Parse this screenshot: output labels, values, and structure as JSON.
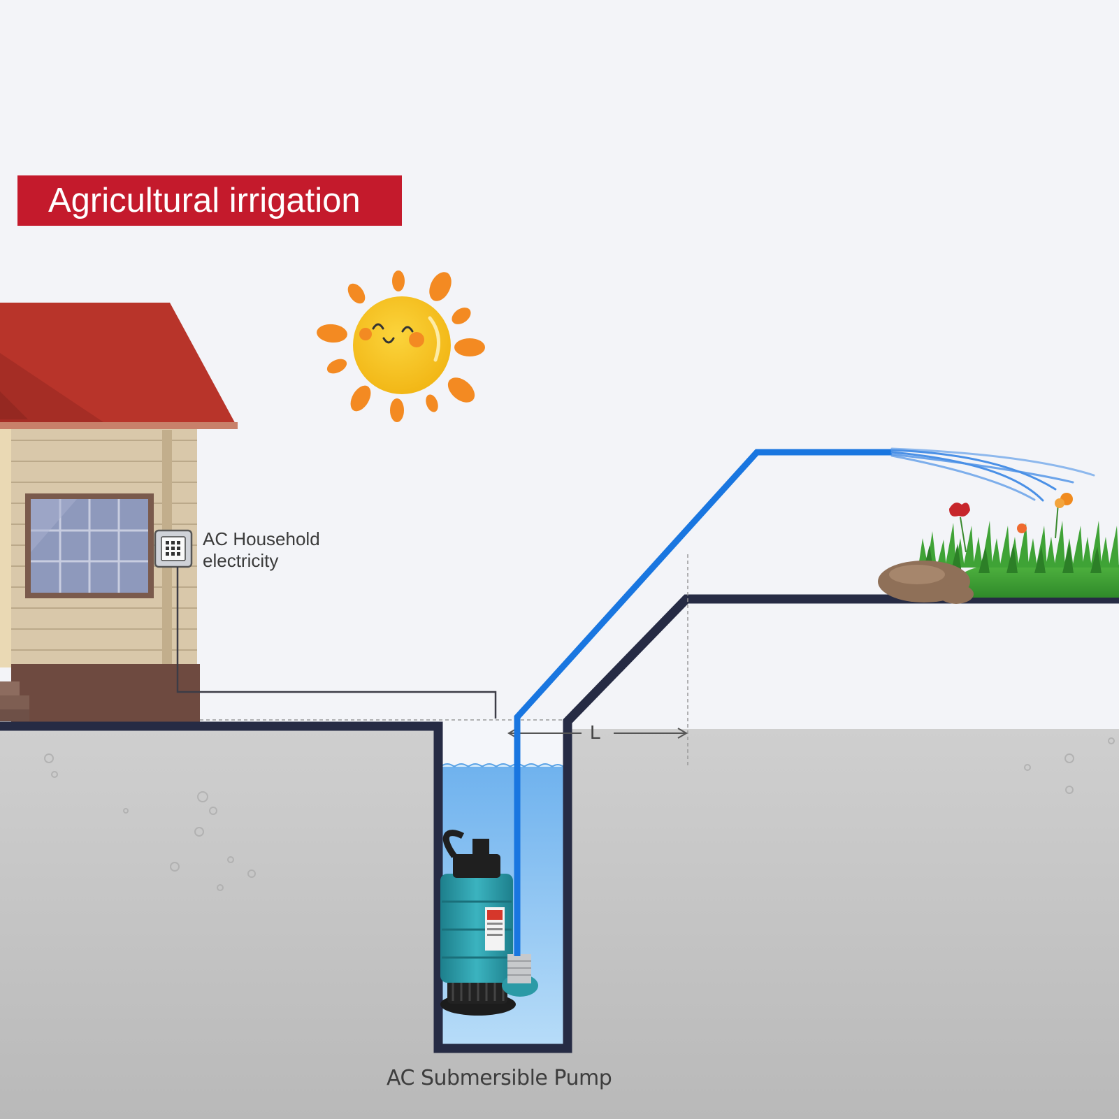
{
  "title": "Agricultural irrigation",
  "power_label_line1": "AC Household",
  "power_label_line2": "electricity",
  "pump_label": "AC Submersible Pump",
  "distance_label": "L",
  "colors": {
    "banner": "#c41a2c",
    "sky": "#f3f4f8",
    "ground": "#c6c6c6",
    "roof": "#b8342a",
    "wall": "#d8c6a8",
    "foundation": "#6e4a40",
    "well_outline": "#262b44",
    "water": "#8fc4f0",
    "pipe": "#1976e0",
    "pump_body": "#2b9aa6",
    "sun": "#f5c22a",
    "sun_rays": "#f38a22",
    "grass": "#3e9e33"
  },
  "icons": {
    "sun": "smiling-sun-icon",
    "outlet": "power-socket-icon",
    "pump": "submersible-pump-icon",
    "house": "house-icon"
  }
}
